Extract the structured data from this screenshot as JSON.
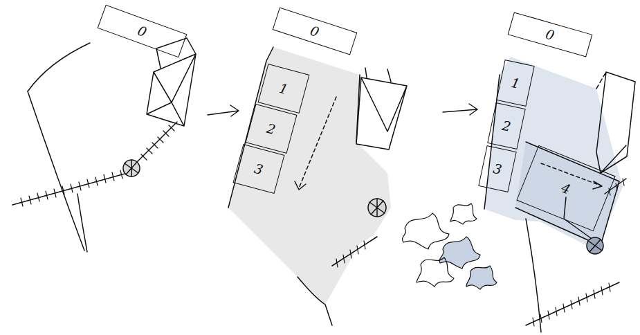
{
  "diagram": {
    "nodes": [
      {
        "text": [
          "0"
        ]
      },
      {
        "text": [
          "0"
        ]
      },
      {
        "text": [
          "1"
        ]
      },
      {
        "text": [
          "2"
        ]
      },
      {
        "text": [
          "3"
        ]
      },
      {
        "text": [
          "0"
        ]
      },
      {
        "text": [
          "1"
        ]
      },
      {
        "text": [
          "2"
        ]
      },
      {
        "text": [
          "3"
        ]
      },
      {
        "text": [
          "4"
        ]
      }
    ]
  }
}
